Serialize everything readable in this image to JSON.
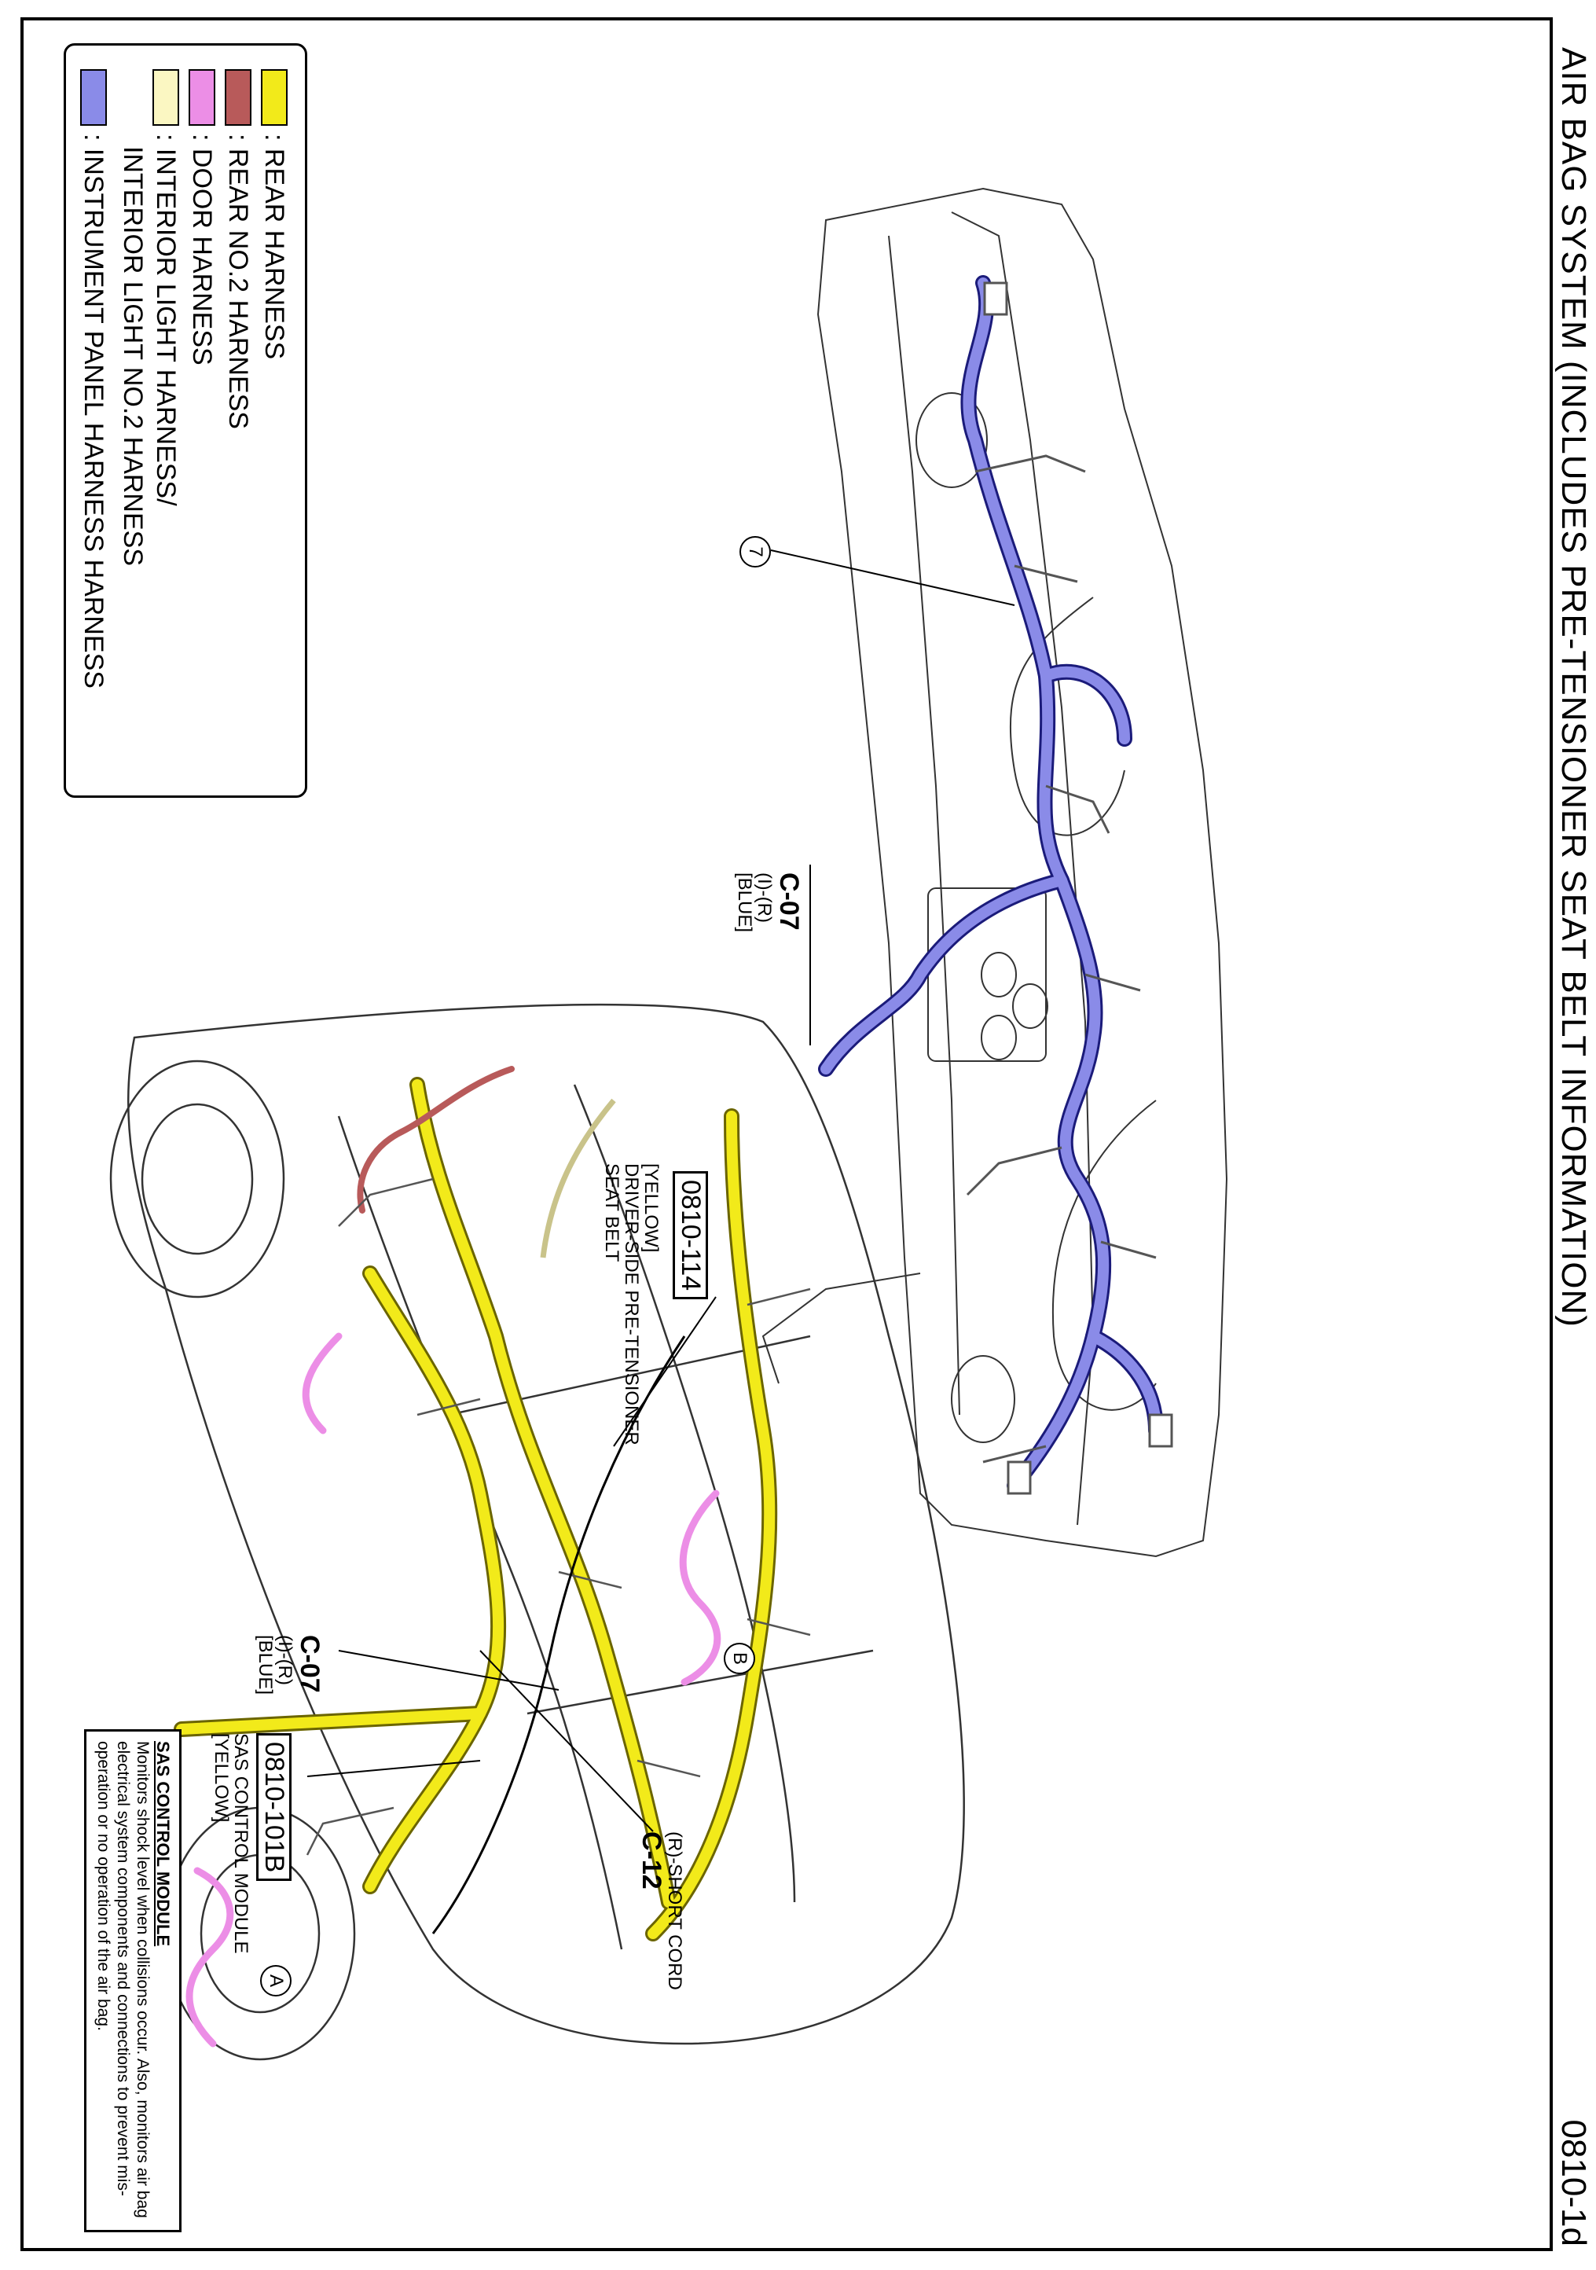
{
  "title": "AIR BAG SYSTEM (INCLUDES PRE-TENSIONER SEAT BELT INFORMATION)",
  "page_number": "0810-1d",
  "legend": [
    {
      "label": ": REAR HARNESS",
      "color": "#f2ea1a"
    },
    {
      "label": ": REAR NO.2 HARNESS",
      "color": "#b85a5a"
    },
    {
      "label": ": DOOR HARNESS",
      "color": "#ec8ee6"
    },
    {
      "label": ": INTERIOR LIGHT HARNESS/",
      "label2": "INTERIOR LIGHT NO.2 HARNESS",
      "color": "#fbf7c2"
    },
    {
      "label": ": INSTRUMENT PANEL HARNESS HARNESS",
      "color": "#8a8be8"
    }
  ],
  "instrument_panel": {
    "marker": "7",
    "connector": {
      "code": "C-07",
      "sub": "(I)-(R)",
      "color_note": "[BLUE]"
    }
  },
  "vehicle": {
    "seat_belt": {
      "bracket": "[YELLOW]",
      "name1": "DRIVER-SIDE PRE-TENSIONER",
      "name2": "SEAT BELT",
      "code": "0810-114"
    },
    "connector_c07": {
      "code": "C-07",
      "sub": "(I)-(R)",
      "color_note": "[BLUE]"
    },
    "sas_module": {
      "code": "0810-101B",
      "name": "SAS CONTROL MODULE",
      "color_note": "[YELLOW]"
    },
    "short_cord": {
      "name": "(R)-SHORT CORD",
      "code": "C-12"
    },
    "markers": {
      "a": "A",
      "b": "B"
    },
    "description": {
      "title": "SAS CONTROL MODULE",
      "text": "Monitors shock level when collisions occur. Also, monitors air bag electrical system components and connections to prevent mis-operation or no operation of the air bag."
    }
  }
}
